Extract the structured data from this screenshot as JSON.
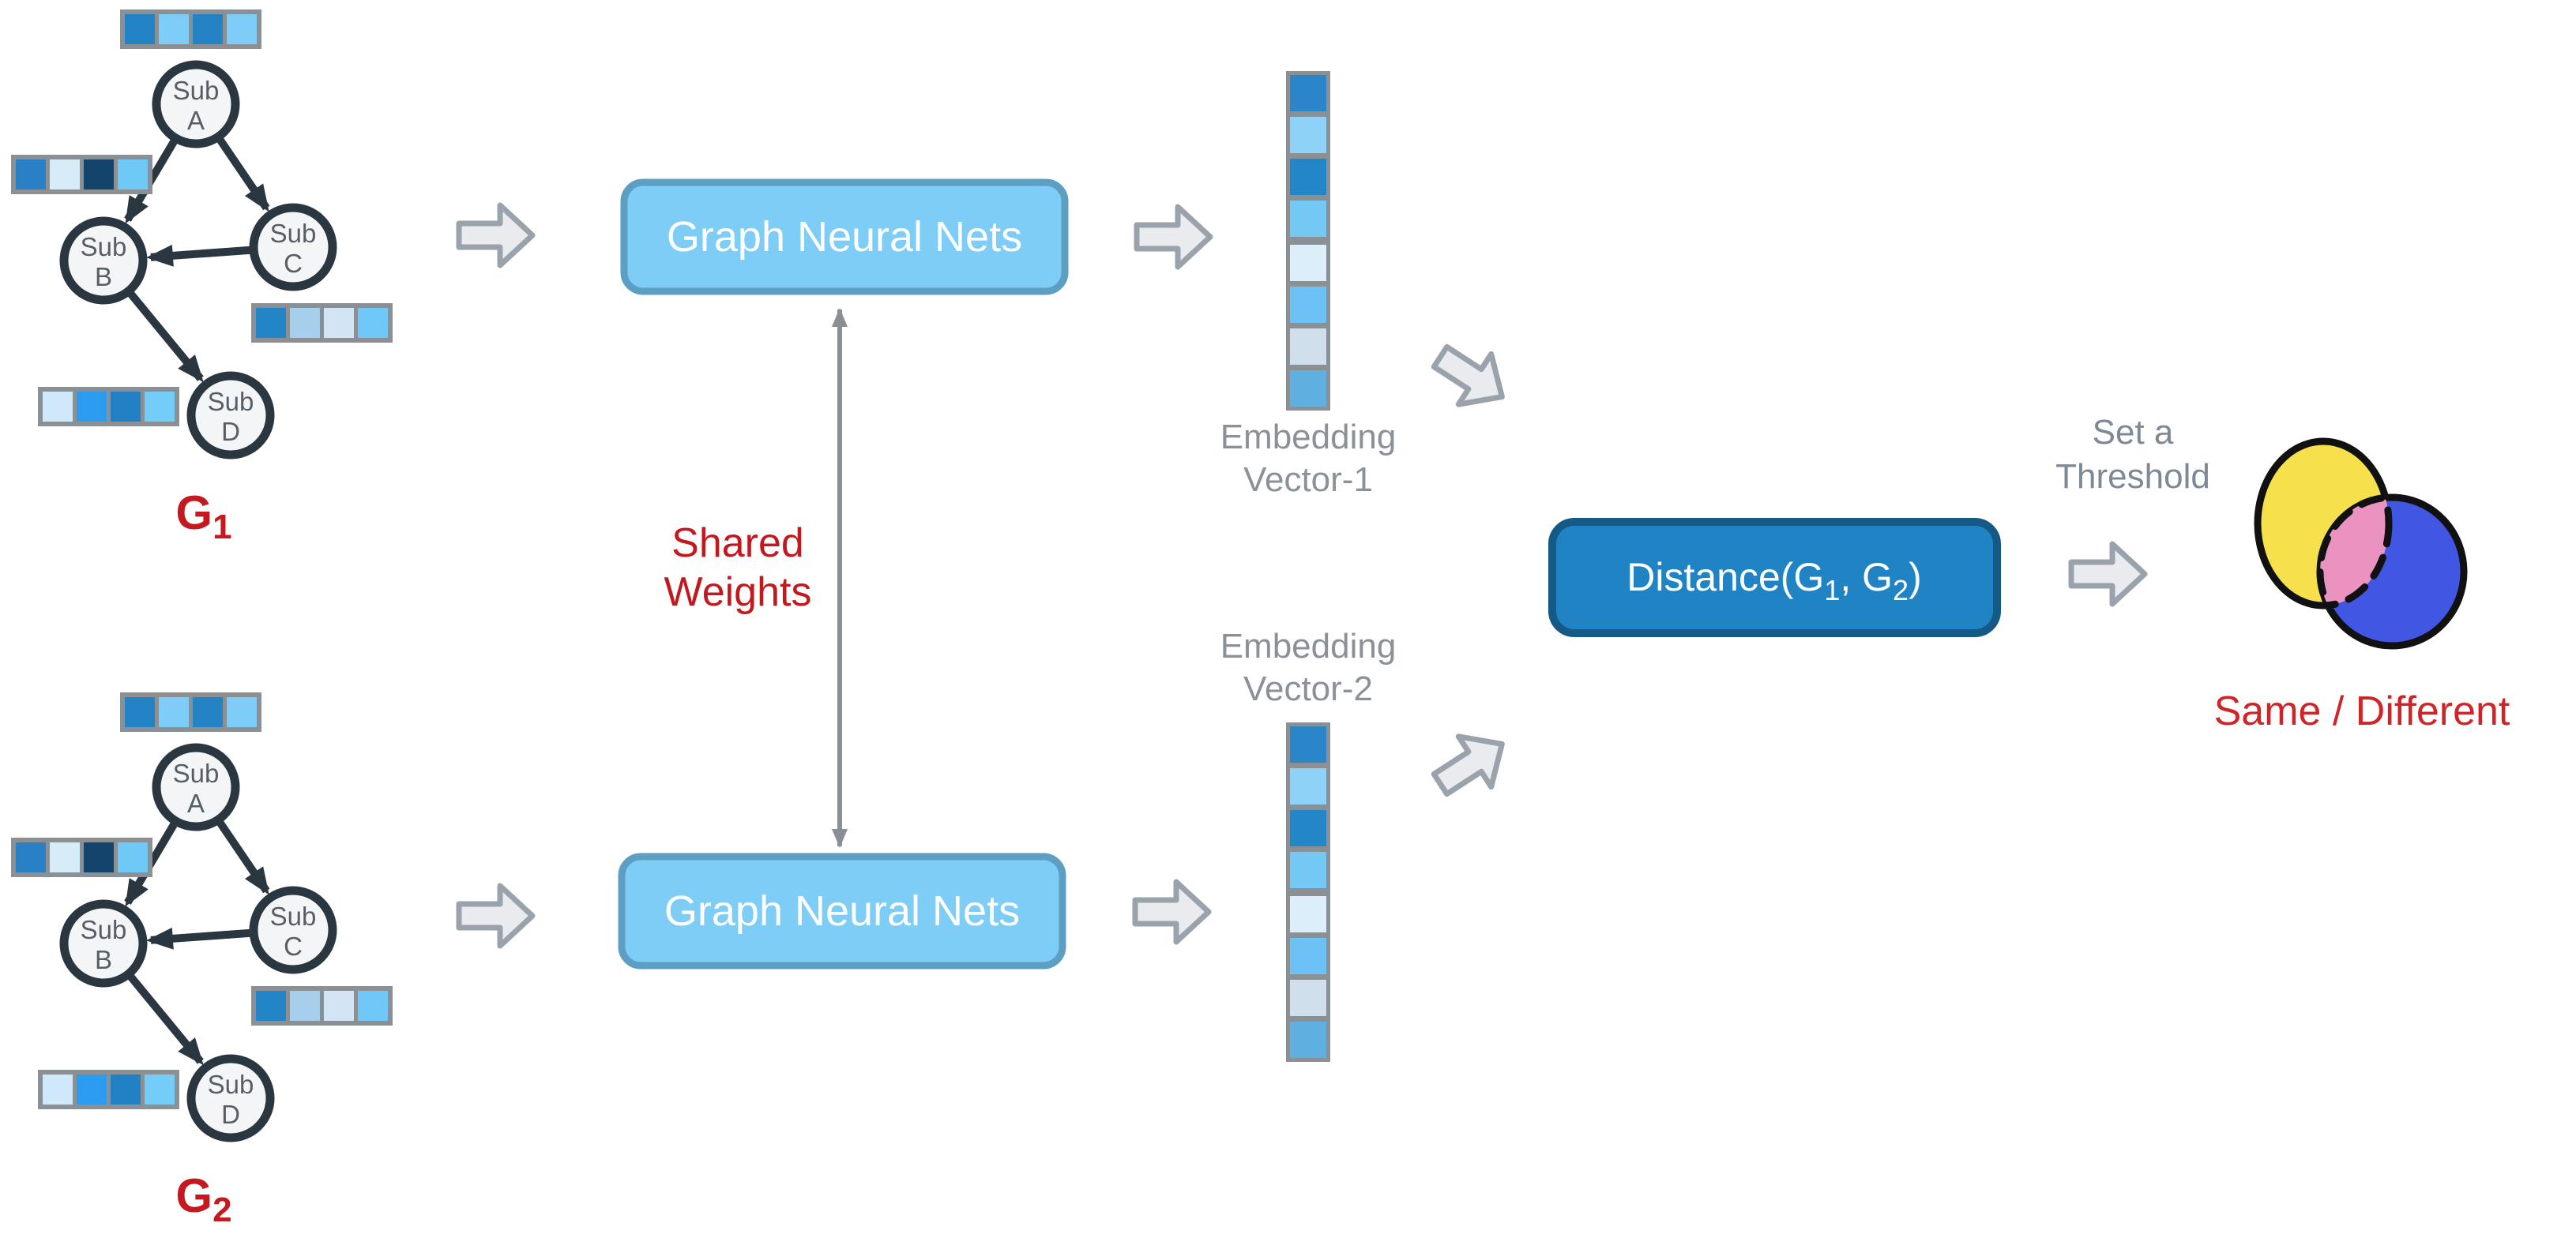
{
  "colors": {
    "canvas_bg": "#ffffff",
    "node_fill": "#f4f5f6",
    "node_stroke": "#2b3740",
    "node_text": "#565e66",
    "edge": "#2b3740",
    "vector_frame": "#8a9094",
    "gnn_fill": "#7ecdf7",
    "gnn_stroke": "#5d9fc2",
    "gnn_text": "#ffffff",
    "distance_fill": "#1f83c4",
    "distance_stroke": "#155a86",
    "distance_text": "#ffffff",
    "block_arrow_fill": "#e9ebee",
    "block_arrow_stroke": "#9aa3ab",
    "shared_arrow": "#8a8f94",
    "red_label": "#c41a1f",
    "shared_weights_red": "#c2191f",
    "verdict_red": "#cf2428",
    "gray_text": "#8a9199",
    "threshold_text": "#7d8994",
    "venn_yellow": "#f6e04b",
    "venn_blue": "#4156e2",
    "venn_pink": "#ea93c0",
    "venn_stroke": "#111111"
  },
  "graph1": {
    "label_main": "G",
    "label_sub": "1"
  },
  "graph2": {
    "label_main": "G",
    "label_sub": "2"
  },
  "node_labels": [
    {
      "line1": "Sub",
      "line2": "A"
    },
    {
      "line1": "Sub",
      "line2": "B"
    },
    {
      "line1": "Sub",
      "line2": "C"
    },
    {
      "line1": "Sub",
      "line2": "D"
    }
  ],
  "feature_vectors": {
    "a": [
      "#2483c5",
      "#7ecdf8",
      "#2483c5",
      "#7ecdf8"
    ],
    "b": [
      "#2980c4",
      "#d6ecf9",
      "#14436b",
      "#6ec9f7"
    ],
    "c": [
      "#2384c6",
      "#a6cfec",
      "#d3e5f4",
      "#70c8f8"
    ],
    "d": [
      "#cfe9fb",
      "#2b9cf0",
      "#2280c4",
      "#74ccf8"
    ]
  },
  "gnn": {
    "label": "Graph Neural Nets"
  },
  "shared_weights": {
    "line1": "Shared",
    "line2": "Weights"
  },
  "embedding1": {
    "line1": "Embedding",
    "line2": "Vector-1",
    "cells_top": [
      "#2a86c8",
      "#8fd2f8",
      "#2286c8",
      "#74c8f4"
    ],
    "cells_bottom": [
      "#ddeefb",
      "#6cc2f4",
      "#cfdfec",
      "#5fb0e0"
    ]
  },
  "embedding2": {
    "line1": "Embedding",
    "line2": "Vector-2",
    "cells_top": [
      "#2a86c8",
      "#8fd2f8",
      "#2286c8",
      "#74c8f4"
    ],
    "cells_bottom": [
      "#ddeefb",
      "#6cc2f4",
      "#cfdfec",
      "#5fb0e0"
    ]
  },
  "distance": {
    "part1": "Distance(G",
    "sub1": "1",
    "part2": ", G",
    "sub2": "2",
    "part3": ")"
  },
  "threshold": {
    "line1": "Set a",
    "line2": "Threshold"
  },
  "verdict": {
    "label": "Same / Different"
  }
}
